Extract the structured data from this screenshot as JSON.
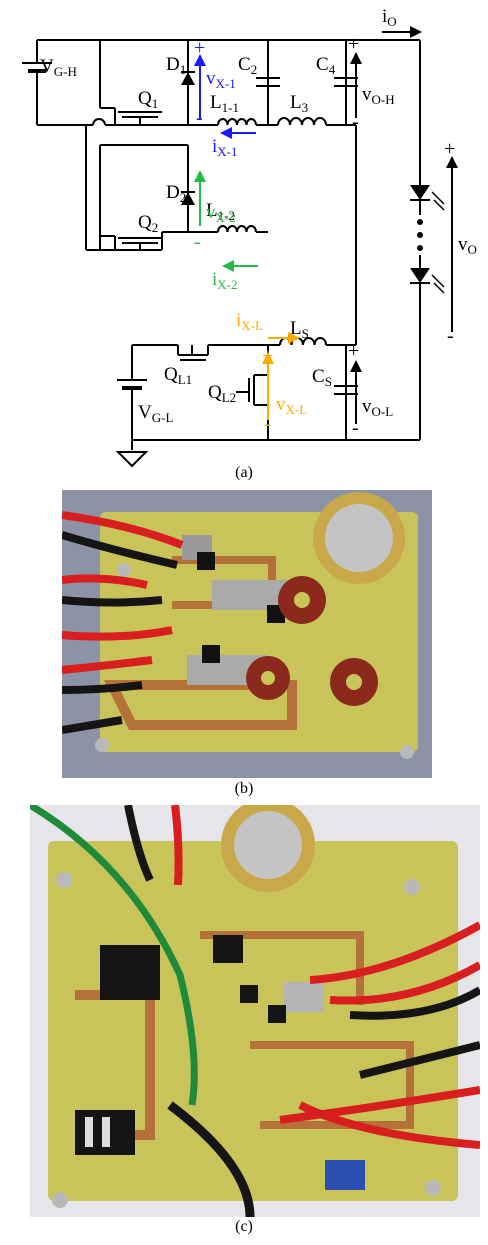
{
  "figure": {
    "caption_a": "(a)",
    "caption_b": "(b)",
    "caption_c": "(c)"
  },
  "labels": {
    "vgh": "V",
    "vgh_sub": "G-H",
    "q1": "Q",
    "q1_sub": "1",
    "q2": "Q",
    "q2_sub": "2",
    "d1": "D",
    "d1_sub": "1",
    "d2": "D",
    "d2_sub": "2",
    "c2": "C",
    "c2_sub": "2",
    "c4": "C",
    "c4_sub": "4",
    "l11": "L",
    "l11_sub": "1-1",
    "l12": "L",
    "l12_sub": "1-2",
    "l3": "L",
    "l3_sub": "3",
    "ls": "L",
    "ls_sub": "S",
    "cs": "C",
    "cs_sub": "S",
    "qL1": "Q",
    "qL1_sub": "L1",
    "qL2": "Q",
    "qL2_sub": "L2",
    "vgl": "V",
    "vgl_sub": "G-L",
    "io": "i",
    "io_sub": "O",
    "vo": "v",
    "vo_sub": "O",
    "voh": "v",
    "voh_sub": "O-H",
    "vol": "v",
    "vol_sub": "O-L",
    "vx1": "v",
    "vx1_sub": "X-1",
    "ix1": "i",
    "ix1_sub": "X-1",
    "vx2": "v",
    "vx2_sub": "X-2",
    "ix2": "i",
    "ix2_sub": "X-2",
    "ixl": "i",
    "ixl_sub": "X-L",
    "vxl": "v",
    "vxl_sub": "X-L",
    "plus": "+",
    "minus": "-"
  },
  "colors": {
    "blue": "#1a1aff",
    "green": "#22bb44",
    "orange": "#ffaa00",
    "board": "#c8c45a",
    "copper": "#b5713a",
    "red_wire": "#d81e1e",
    "black_wire": "#151515",
    "green_wire": "#1f8a3a",
    "coin_outer": "#c9a84a",
    "coin_inner": "#c4c4c4",
    "backdrop_b": "#8c93a6",
    "backdrop_c": "#e6e6ea"
  }
}
